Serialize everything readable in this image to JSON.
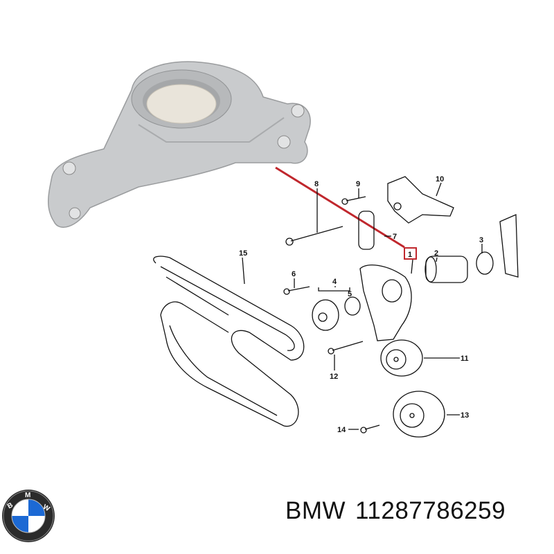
{
  "product": {
    "brand": "BMW",
    "part_number": "11287786259",
    "brand_logo": "bmw-roundel-logo",
    "highlighted_part": "1",
    "highlight_color": "#c0272d"
  },
  "diagram": {
    "callouts": [
      "1",
      "2",
      "3",
      "4",
      "5",
      "6",
      "7",
      "8",
      "9",
      "10",
      "11",
      "12",
      "13",
      "14",
      "15"
    ]
  }
}
